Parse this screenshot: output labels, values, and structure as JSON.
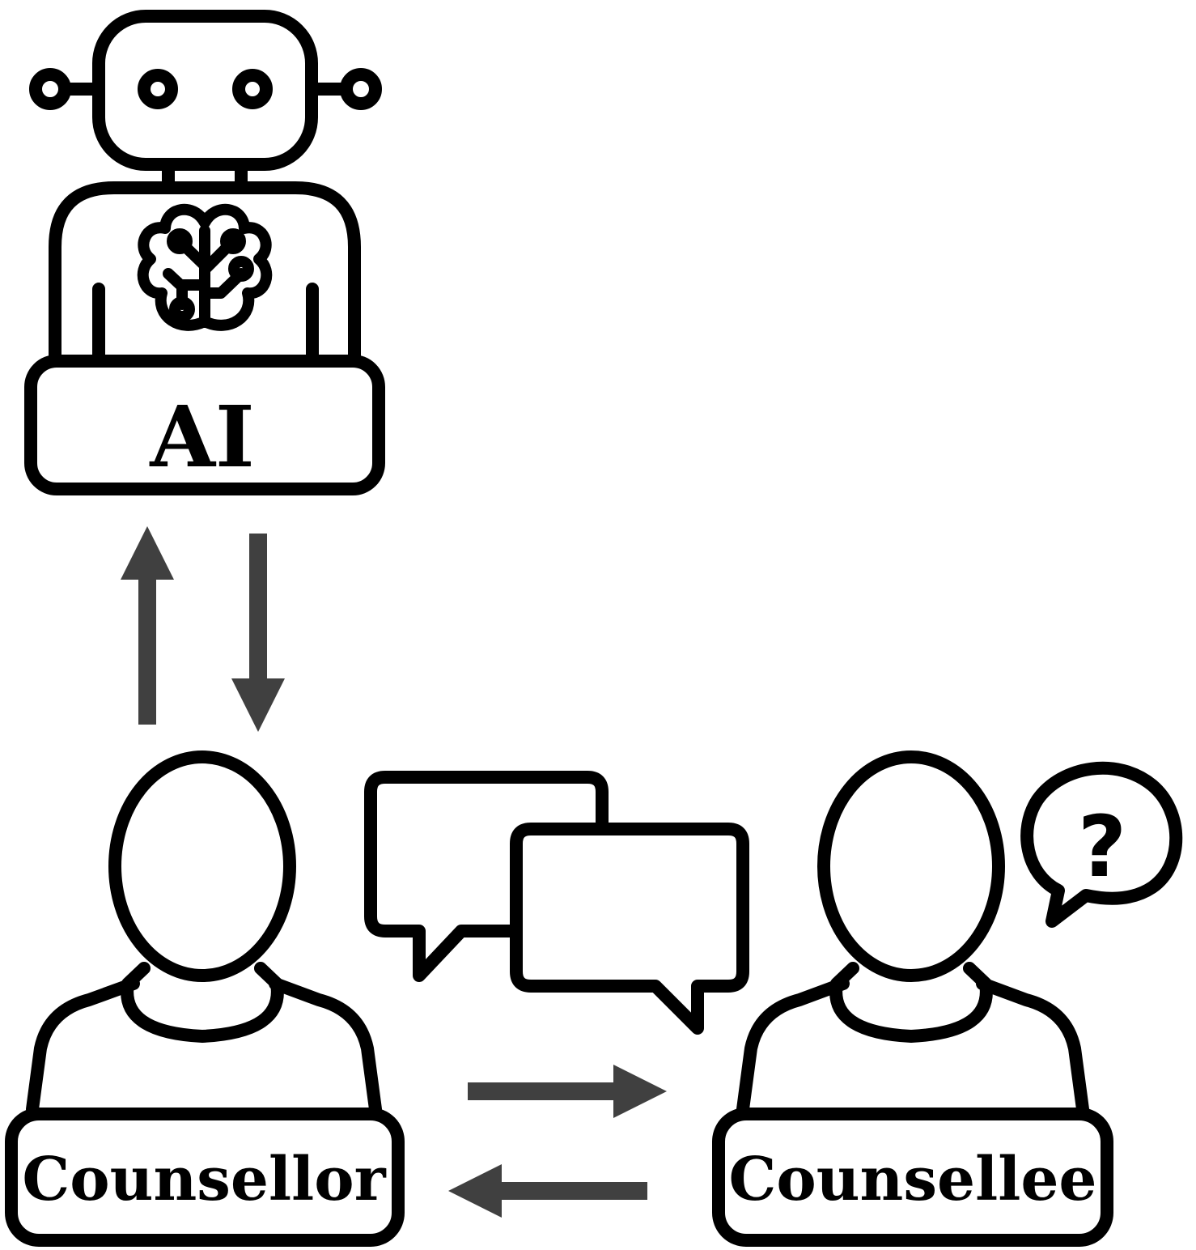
{
  "nodes": {
    "ai": {
      "label": "AI"
    },
    "counsellor": {
      "label": "Counsellor"
    },
    "counsellee": {
      "label": "Counsellee"
    }
  },
  "thought_bubble": {
    "symbol": "?"
  },
  "colors": {
    "stroke": "#000000",
    "arrow": "#404040",
    "background": "#ffffff"
  },
  "icons": [
    "robot-icon",
    "brain-circuit-icon",
    "person-icon",
    "speech-bubbles-icon",
    "question-bubble-icon",
    "arrow-icon"
  ]
}
